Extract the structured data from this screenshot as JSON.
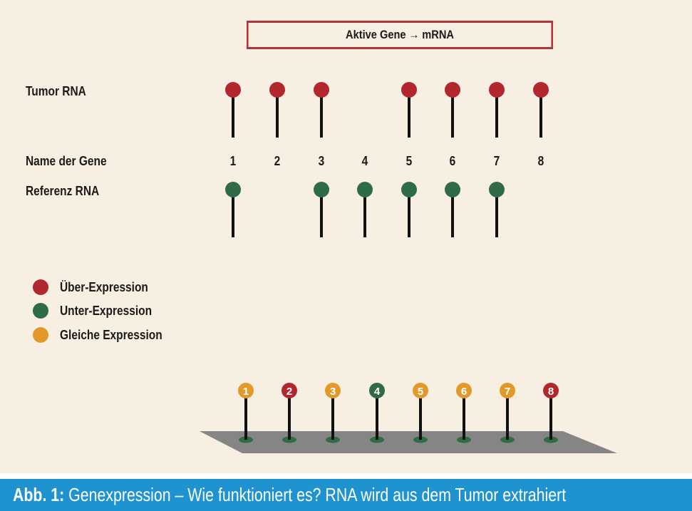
{
  "title": "Aktive Gene → mRNA",
  "labels": {
    "tumor": "Tumor RNA",
    "names": "Name der Gene",
    "reference": "Referenz RNA"
  },
  "genes": [
    "1",
    "2",
    "3",
    "4",
    "5",
    "6",
    "7",
    "8"
  ],
  "tumor_present": [
    true,
    true,
    true,
    false,
    true,
    true,
    true,
    true
  ],
  "reference_present": [
    true,
    false,
    true,
    true,
    true,
    true,
    true,
    false
  ],
  "legend": [
    {
      "label": "Über-Expression",
      "color": "#b2262e"
    },
    {
      "label": "Unter-Expression",
      "color": "#2f6b45"
    },
    {
      "label": "Gleiche Expression",
      "color": "#e3992a"
    }
  ],
  "microarray": {
    "expression": [
      "gleich",
      "über",
      "gleich",
      "unter",
      "gleich",
      "gleich",
      "gleich",
      "über"
    ]
  },
  "colors": {
    "tumor": "#b2262e",
    "reference": "#2f6b45",
    "equal": "#e3992a",
    "over": "#b2262e",
    "under": "#2f6b45",
    "plate": "#858585",
    "caption_bg": "#1e93cf"
  },
  "caption": {
    "prefix": "Abb. 1:",
    "text": "Genexpression – Wie funktioniert es? RNA wird aus dem Tumor extrahiert"
  }
}
